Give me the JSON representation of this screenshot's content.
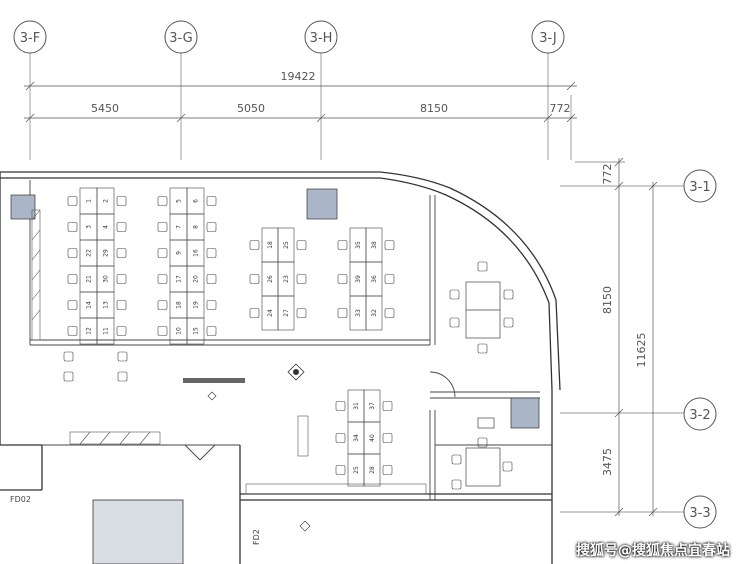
{
  "grid_axes": {
    "top": [
      "3-F",
      "3-G",
      "3-H",
      "3-J"
    ],
    "right": [
      "3-1",
      "3-2",
      "3-3"
    ]
  },
  "dimensions": {
    "top_total": "19422",
    "top_segments": [
      "5450",
      "5050",
      "8150",
      "772"
    ],
    "right_total": "11625",
    "right_segments": [
      "772",
      "8150",
      "3475"
    ]
  },
  "desk_numbers": {
    "block_a": [
      "1",
      "2",
      "3",
      "4",
      "22",
      "29",
      "21",
      "30",
      "14",
      "13",
      "12",
      "11"
    ],
    "block_b": [
      "5",
      "6",
      "7",
      "8",
      "9",
      "16",
      "17",
      "20",
      "18",
      "19",
      "10",
      "15"
    ],
    "block_c": [
      "18",
      "25",
      "26",
      "23",
      "24",
      "27"
    ],
    "block_d": [
      "35",
      "38",
      "39",
      "36",
      "33",
      "32"
    ],
    "block_e": [
      "31",
      "37",
      "34",
      "40",
      "25",
      "28"
    ]
  },
  "room_tags": [
    "FD02",
    "FD2"
  ],
  "watermark": "搜狐号@搜狐焦点宜春站",
  "colors": {
    "line": "#333333",
    "dim_line": "#555555",
    "column_fill": "#aab6c8",
    "background": "#ffffff"
  }
}
